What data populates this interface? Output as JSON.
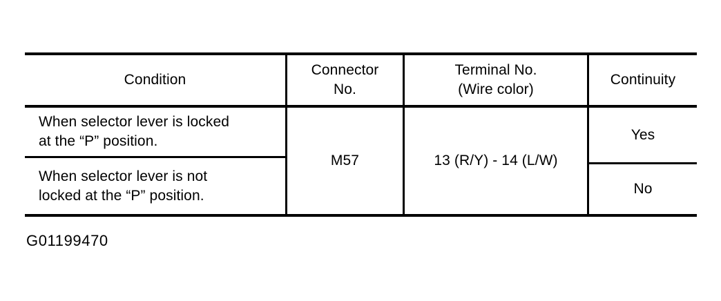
{
  "document": {
    "figure_caption": "G01199470"
  },
  "table": {
    "headers": [
      {
        "line1": "Condition",
        "line2": ""
      },
      {
        "line1": "Connector",
        "line2": "No."
      },
      {
        "line1": "Terminal No.",
        "line2": "(Wire color)"
      },
      {
        "line1": "Continuity",
        "line2": ""
      }
    ],
    "conditions": [
      {
        "line1": "When selector lever is locked",
        "line2": "at the “P” position."
      },
      {
        "line1": "When selector lever is not",
        "line2": "locked at the “P” position."
      }
    ],
    "connector_no": "M57",
    "terminal_no": "13 (R/Y) - 14 (L/W)",
    "continuity": [
      "Yes",
      "No"
    ]
  },
  "colors": {
    "ink": "#000000",
    "paper": "#ffffff"
  }
}
